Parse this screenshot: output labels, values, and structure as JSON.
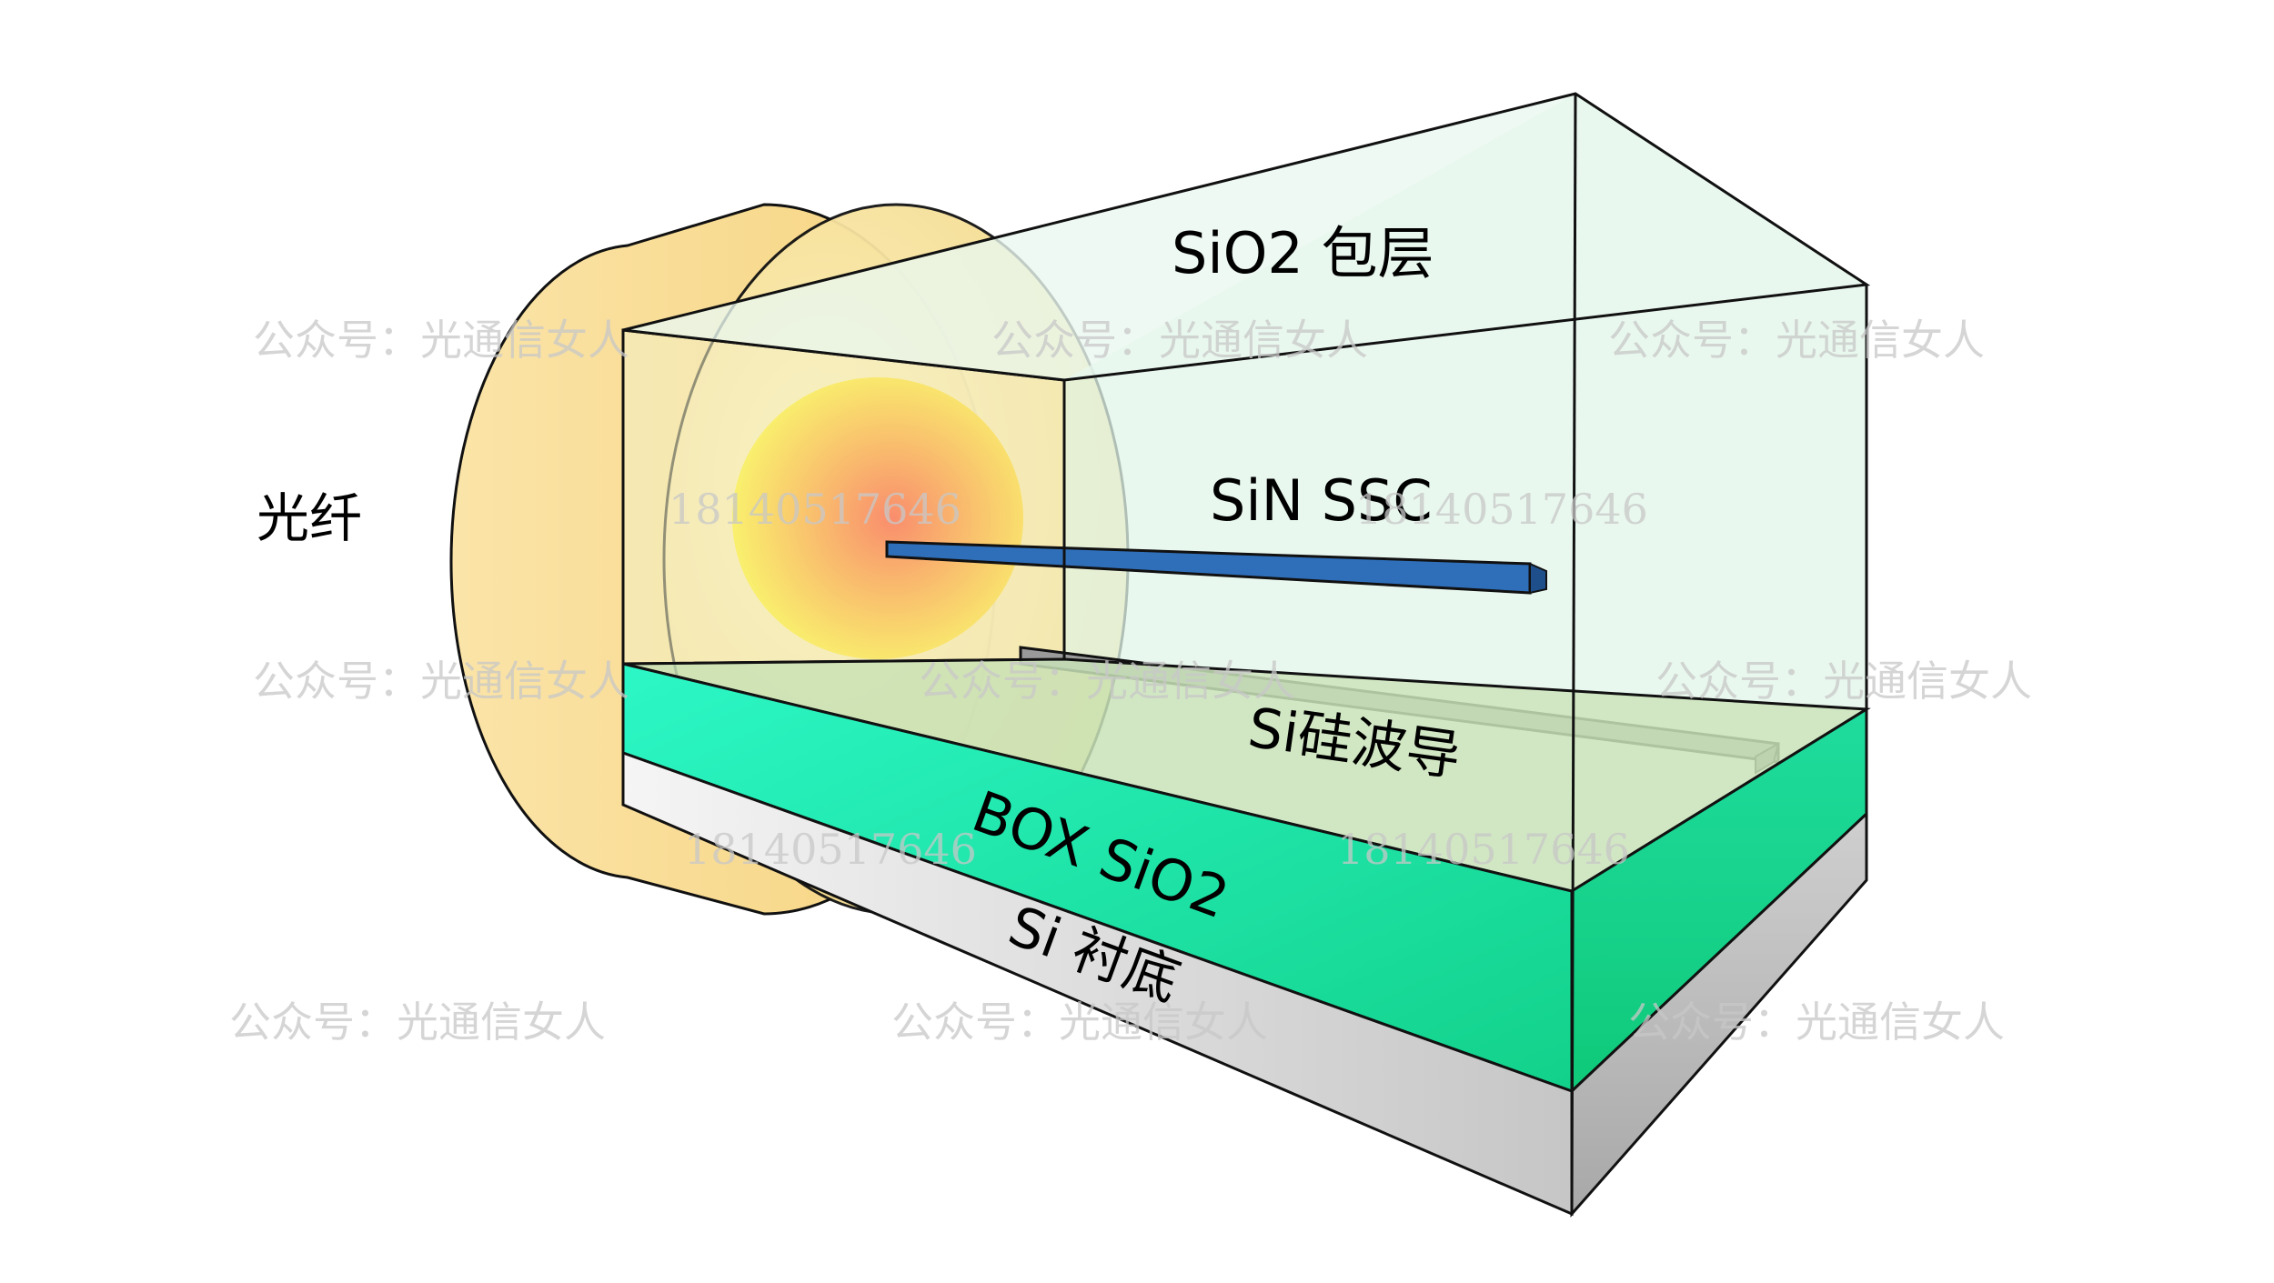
{
  "labels": {
    "fiber": "光纤",
    "cladding": "SiO2 包层",
    "ssc": "SiN SSC",
    "si_waveguide": "Si硅波导",
    "box": "BOX SiO2",
    "substrate": "Si 衬底"
  },
  "watermarks": {
    "account": "公众号：光通信女人",
    "phone": "18140517646"
  },
  "colors": {
    "cladding": "#e8f7ef",
    "box": "#22e6b4",
    "substrate": "#d9d9d9",
    "fiber": "#f7d98a",
    "ssc": "#2f6fba",
    "si_waveguide": "#9a9a9a",
    "mode_center": "#ff2a00",
    "mode_edge": "#ffee00"
  }
}
